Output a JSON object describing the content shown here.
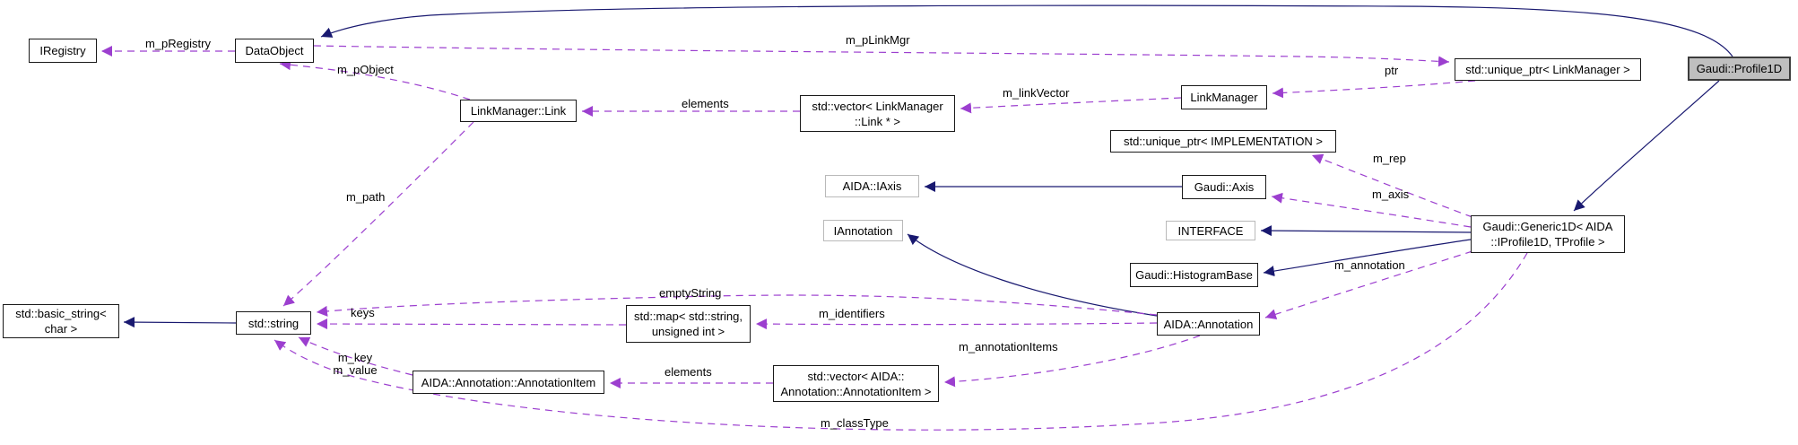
{
  "diagram": {
    "type": "doxygen-collaboration-graph",
    "main_class": "Gaudi::Profile1D",
    "colors": {
      "inheritance_edge": "#191970",
      "usage_edge": "#9c3fcf",
      "node_border": "#1a1a1a",
      "external_node_border": "#b9b9b9",
      "main_node_fill": "#bfbfbf",
      "node_fill": "#ffffff",
      "background": "#ffffff"
    },
    "nodes": [
      {
        "id": "iregistry",
        "label": "IRegistry"
      },
      {
        "id": "dataobject",
        "label": "DataObject"
      },
      {
        "id": "linkmanager-link",
        "label": "LinkManager::Link"
      },
      {
        "id": "vector-linkmanager-link",
        "label": "std::vector< LinkManager\n::Link * >"
      },
      {
        "id": "linkmanager",
        "label": "LinkManager"
      },
      {
        "id": "unique-ptr-linkmanager",
        "label": "std::unique_ptr< LinkManager >"
      },
      {
        "id": "gaudi-profile1d",
        "label": "Gaudi::Profile1D"
      },
      {
        "id": "unique-ptr-implementation",
        "label": "std::unique_ptr< IMPLEMENTATION >"
      },
      {
        "id": "aida-iaxis",
        "label": "AIDA::IAxis"
      },
      {
        "id": "gaudi-axis",
        "label": "Gaudi::Axis"
      },
      {
        "id": "iannotation",
        "label": "IAnnotation"
      },
      {
        "id": "interface",
        "label": "INTERFACE"
      },
      {
        "id": "gaudi-generic1d",
        "label": "Gaudi::Generic1D< AIDA\n::IProfile1D, TProfile >"
      },
      {
        "id": "gaudi-histogrambase",
        "label": "Gaudi::HistogramBase"
      },
      {
        "id": "basic-string-char",
        "label": "std::basic_string<\nchar >"
      },
      {
        "id": "std-string",
        "label": "std::string"
      },
      {
        "id": "map-string-uint",
        "label": "std::map< std::string,\nunsigned int >"
      },
      {
        "id": "aida-annotation",
        "label": "AIDA::Annotation"
      },
      {
        "id": "aida-annotationitem",
        "label": "AIDA::Annotation::AnnotationItem"
      },
      {
        "id": "vector-annotationitem",
        "label": "std::vector< AIDA::\nAnnotation::AnnotationItem >"
      }
    ],
    "edge_labels": [
      {
        "text": "m_pRegistry"
      },
      {
        "text": "m_pObject"
      },
      {
        "text": "m_pLinkMgr"
      },
      {
        "text": "ptr"
      },
      {
        "text": "m_linkVector"
      },
      {
        "text": "elements"
      },
      {
        "text": "m_rep"
      },
      {
        "text": "m_axis"
      },
      {
        "text": "m_annotation"
      },
      {
        "text": "m_path"
      },
      {
        "text": "keys"
      },
      {
        "text": "emptyString"
      },
      {
        "text": "m_identifiers"
      },
      {
        "text": "m_key\nm_value"
      },
      {
        "text": "elements"
      },
      {
        "text": "m_annotationItems"
      },
      {
        "text": "m_classType"
      }
    ]
  }
}
